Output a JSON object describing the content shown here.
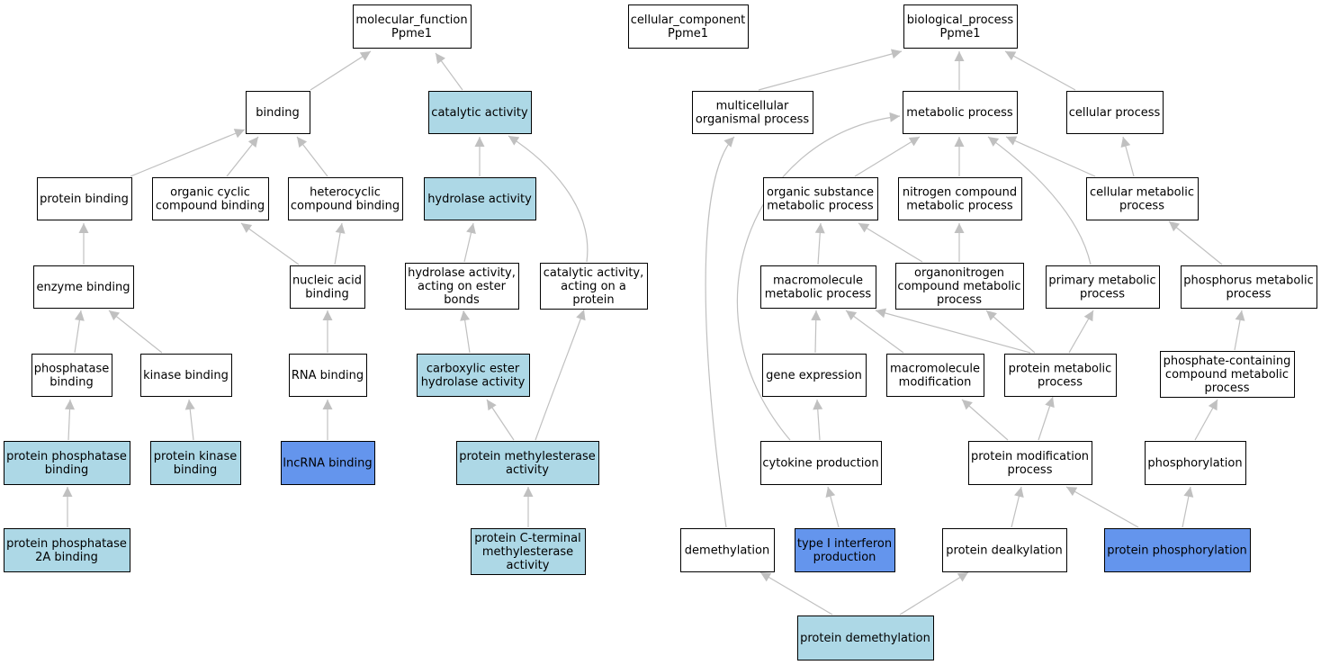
{
  "colors": {
    "white": "#ffffff",
    "light": "#add8e6",
    "dark": "#6495ed",
    "edge": "#c0c0c0"
  },
  "nodes": [
    {
      "id": "mf",
      "lines": [
        "molecular_function",
        "Ppme1"
      ],
      "fill": "white"
    },
    {
      "id": "cc",
      "lines": [
        "cellular_component",
        "Ppme1"
      ],
      "fill": "white"
    },
    {
      "id": "bp",
      "lines": [
        "biological_process",
        "Ppme1"
      ],
      "fill": "white"
    },
    {
      "id": "binding",
      "lines": [
        "binding"
      ],
      "fill": "white"
    },
    {
      "id": "catact",
      "lines": [
        "catalytic activity"
      ],
      "fill": "light"
    },
    {
      "id": "multi",
      "lines": [
        "multicellular",
        "organismal process"
      ],
      "fill": "white"
    },
    {
      "id": "metab",
      "lines": [
        "metabolic process"
      ],
      "fill": "white"
    },
    {
      "id": "cellproc",
      "lines": [
        "cellular process"
      ],
      "fill": "white"
    },
    {
      "id": "protbind",
      "lines": [
        "protein binding"
      ],
      "fill": "white"
    },
    {
      "id": "orgcyc",
      "lines": [
        "organic cyclic",
        "compound binding"
      ],
      "fill": "white"
    },
    {
      "id": "hetcyc",
      "lines": [
        "heterocyclic",
        "compound binding"
      ],
      "fill": "white"
    },
    {
      "id": "hydro",
      "lines": [
        "hydrolase activity"
      ],
      "fill": "light"
    },
    {
      "id": "orgsub",
      "lines": [
        "organic substance",
        "metabolic process"
      ],
      "fill": "white"
    },
    {
      "id": "nitro",
      "lines": [
        "nitrogen compound",
        "metabolic process"
      ],
      "fill": "white"
    },
    {
      "id": "cellmet",
      "lines": [
        "cellular metabolic",
        "process"
      ],
      "fill": "white"
    },
    {
      "id": "enzbind",
      "lines": [
        "enzyme binding"
      ],
      "fill": "white"
    },
    {
      "id": "nucbind",
      "lines": [
        "nucleic acid",
        "binding"
      ],
      "fill": "white"
    },
    {
      "id": "hydroester",
      "lines": [
        "hydrolase activity,",
        "acting on ester",
        "bonds"
      ],
      "fill": "white"
    },
    {
      "id": "catprot",
      "lines": [
        "catalytic activity,",
        "acting on a",
        "protein"
      ],
      "fill": "white"
    },
    {
      "id": "macromet",
      "lines": [
        "macromolecule",
        "metabolic process"
      ],
      "fill": "white"
    },
    {
      "id": "organonit",
      "lines": [
        "organonitrogen",
        "compound metabolic",
        "process"
      ],
      "fill": "white"
    },
    {
      "id": "primmet",
      "lines": [
        "primary metabolic",
        "process"
      ],
      "fill": "white"
    },
    {
      "id": "phosmet",
      "lines": [
        "phosphorus metabolic",
        "process"
      ],
      "fill": "white"
    },
    {
      "id": "phosphbind",
      "lines": [
        "phosphatase",
        "binding"
      ],
      "fill": "white"
    },
    {
      "id": "kinbind",
      "lines": [
        "kinase binding"
      ],
      "fill": "white"
    },
    {
      "id": "rnabind",
      "lines": [
        "RNA binding"
      ],
      "fill": "white"
    },
    {
      "id": "carbox",
      "lines": [
        "carboxylic ester",
        "hydrolase activity"
      ],
      "fill": "light"
    },
    {
      "id": "geneexp",
      "lines": [
        "gene expression"
      ],
      "fill": "white"
    },
    {
      "id": "macromod",
      "lines": [
        "macromolecule",
        "modification"
      ],
      "fill": "white"
    },
    {
      "id": "protmet",
      "lines": [
        "protein metabolic",
        "process"
      ],
      "fill": "white"
    },
    {
      "id": "phoscont",
      "lines": [
        "phosphate-containing",
        "compound metabolic",
        "process"
      ],
      "fill": "white"
    },
    {
      "id": "ppbind",
      "lines": [
        "protein phosphatase",
        "binding"
      ],
      "fill": "light"
    },
    {
      "id": "pkbind",
      "lines": [
        "protein kinase",
        "binding"
      ],
      "fill": "light"
    },
    {
      "id": "lnc",
      "lines": [
        "lncRNA binding"
      ],
      "fill": "dark"
    },
    {
      "id": "pme",
      "lines": [
        "protein methylesterase",
        "activity"
      ],
      "fill": "light"
    },
    {
      "id": "cytok",
      "lines": [
        "cytokine production"
      ],
      "fill": "white"
    },
    {
      "id": "protmod",
      "lines": [
        "protein modification",
        "process"
      ],
      "fill": "white"
    },
    {
      "id": "phosphoryl",
      "lines": [
        "phosphorylation"
      ],
      "fill": "white"
    },
    {
      "id": "pp2a",
      "lines": [
        "protein phosphatase",
        "2A binding"
      ],
      "fill": "light"
    },
    {
      "id": "pcterm",
      "lines": [
        "protein C-terminal",
        "methylesterase",
        "activity"
      ],
      "fill": "light"
    },
    {
      "id": "demeth",
      "lines": [
        "demethylation"
      ],
      "fill": "white"
    },
    {
      "id": "type1",
      "lines": [
        "type I interferon",
        "production"
      ],
      "fill": "dark"
    },
    {
      "id": "dealk",
      "lines": [
        "protein dealkylation"
      ],
      "fill": "white"
    },
    {
      "id": "protphos",
      "lines": [
        "protein phosphorylation"
      ],
      "fill": "dark"
    },
    {
      "id": "protdemeth",
      "lines": [
        "protein demethylation"
      ],
      "fill": "light"
    }
  ],
  "edges": [
    {
      "from": "binding",
      "to": "mf"
    },
    {
      "from": "catact",
      "to": "mf"
    },
    {
      "from": "multi",
      "to": "bp"
    },
    {
      "from": "metab",
      "to": "bp"
    },
    {
      "from": "cellproc",
      "to": "bp"
    },
    {
      "from": "protbind",
      "to": "binding"
    },
    {
      "from": "orgcyc",
      "to": "binding"
    },
    {
      "from": "hetcyc",
      "to": "binding"
    },
    {
      "from": "hydro",
      "to": "catact"
    },
    {
      "from": "catprot",
      "to": "catact"
    },
    {
      "from": "orgsub",
      "to": "metab"
    },
    {
      "from": "nitro",
      "to": "metab"
    },
    {
      "from": "cellmet",
      "to": "metab"
    },
    {
      "from": "primmet",
      "to": "metab"
    },
    {
      "from": "cytok",
      "to": "metab"
    },
    {
      "from": "cellmet",
      "to": "cellproc"
    },
    {
      "from": "enzbind",
      "to": "protbind"
    },
    {
      "from": "nucbind",
      "to": "orgcyc"
    },
    {
      "from": "nucbind",
      "to": "hetcyc"
    },
    {
      "from": "hydroester",
      "to": "hydro"
    },
    {
      "from": "macromet",
      "to": "orgsub"
    },
    {
      "from": "organonit",
      "to": "orgsub"
    },
    {
      "from": "organonit",
      "to": "nitro"
    },
    {
      "from": "phosmet",
      "to": "cellmet"
    },
    {
      "from": "phosphbind",
      "to": "enzbind"
    },
    {
      "from": "kinbind",
      "to": "enzbind"
    },
    {
      "from": "rnabind",
      "to": "nucbind"
    },
    {
      "from": "carbox",
      "to": "hydroester"
    },
    {
      "from": "pme",
      "to": "carbox"
    },
    {
      "from": "pme",
      "to": "catprot"
    },
    {
      "from": "geneexp",
      "to": "macromet"
    },
    {
      "from": "macromod",
      "to": "macromet"
    },
    {
      "from": "protmet",
      "to": "macromet"
    },
    {
      "from": "protmet",
      "to": "organonit"
    },
    {
      "from": "protmet",
      "to": "primmet"
    },
    {
      "from": "phoscont",
      "to": "phosmet"
    },
    {
      "from": "ppbind",
      "to": "phosphbind"
    },
    {
      "from": "pkbind",
      "to": "kinbind"
    },
    {
      "from": "lnc",
      "to": "rnabind"
    },
    {
      "from": "pcterm",
      "to": "pme"
    },
    {
      "from": "cytok",
      "to": "geneexp"
    },
    {
      "from": "protmod",
      "to": "macromod"
    },
    {
      "from": "protmod",
      "to": "protmet"
    },
    {
      "from": "phosphoryl",
      "to": "phoscont"
    },
    {
      "from": "pp2a",
      "to": "ppbind"
    },
    {
      "from": "type1",
      "to": "cytok"
    },
    {
      "from": "demeth",
      "to": "multi"
    },
    {
      "from": "dealk",
      "to": "protmod"
    },
    {
      "from": "protphos",
      "to": "protmod"
    },
    {
      "from": "protphos",
      "to": "phosphoryl"
    },
    {
      "from": "protdemeth",
      "to": "demeth"
    },
    {
      "from": "protdemeth",
      "to": "dealk"
    }
  ]
}
